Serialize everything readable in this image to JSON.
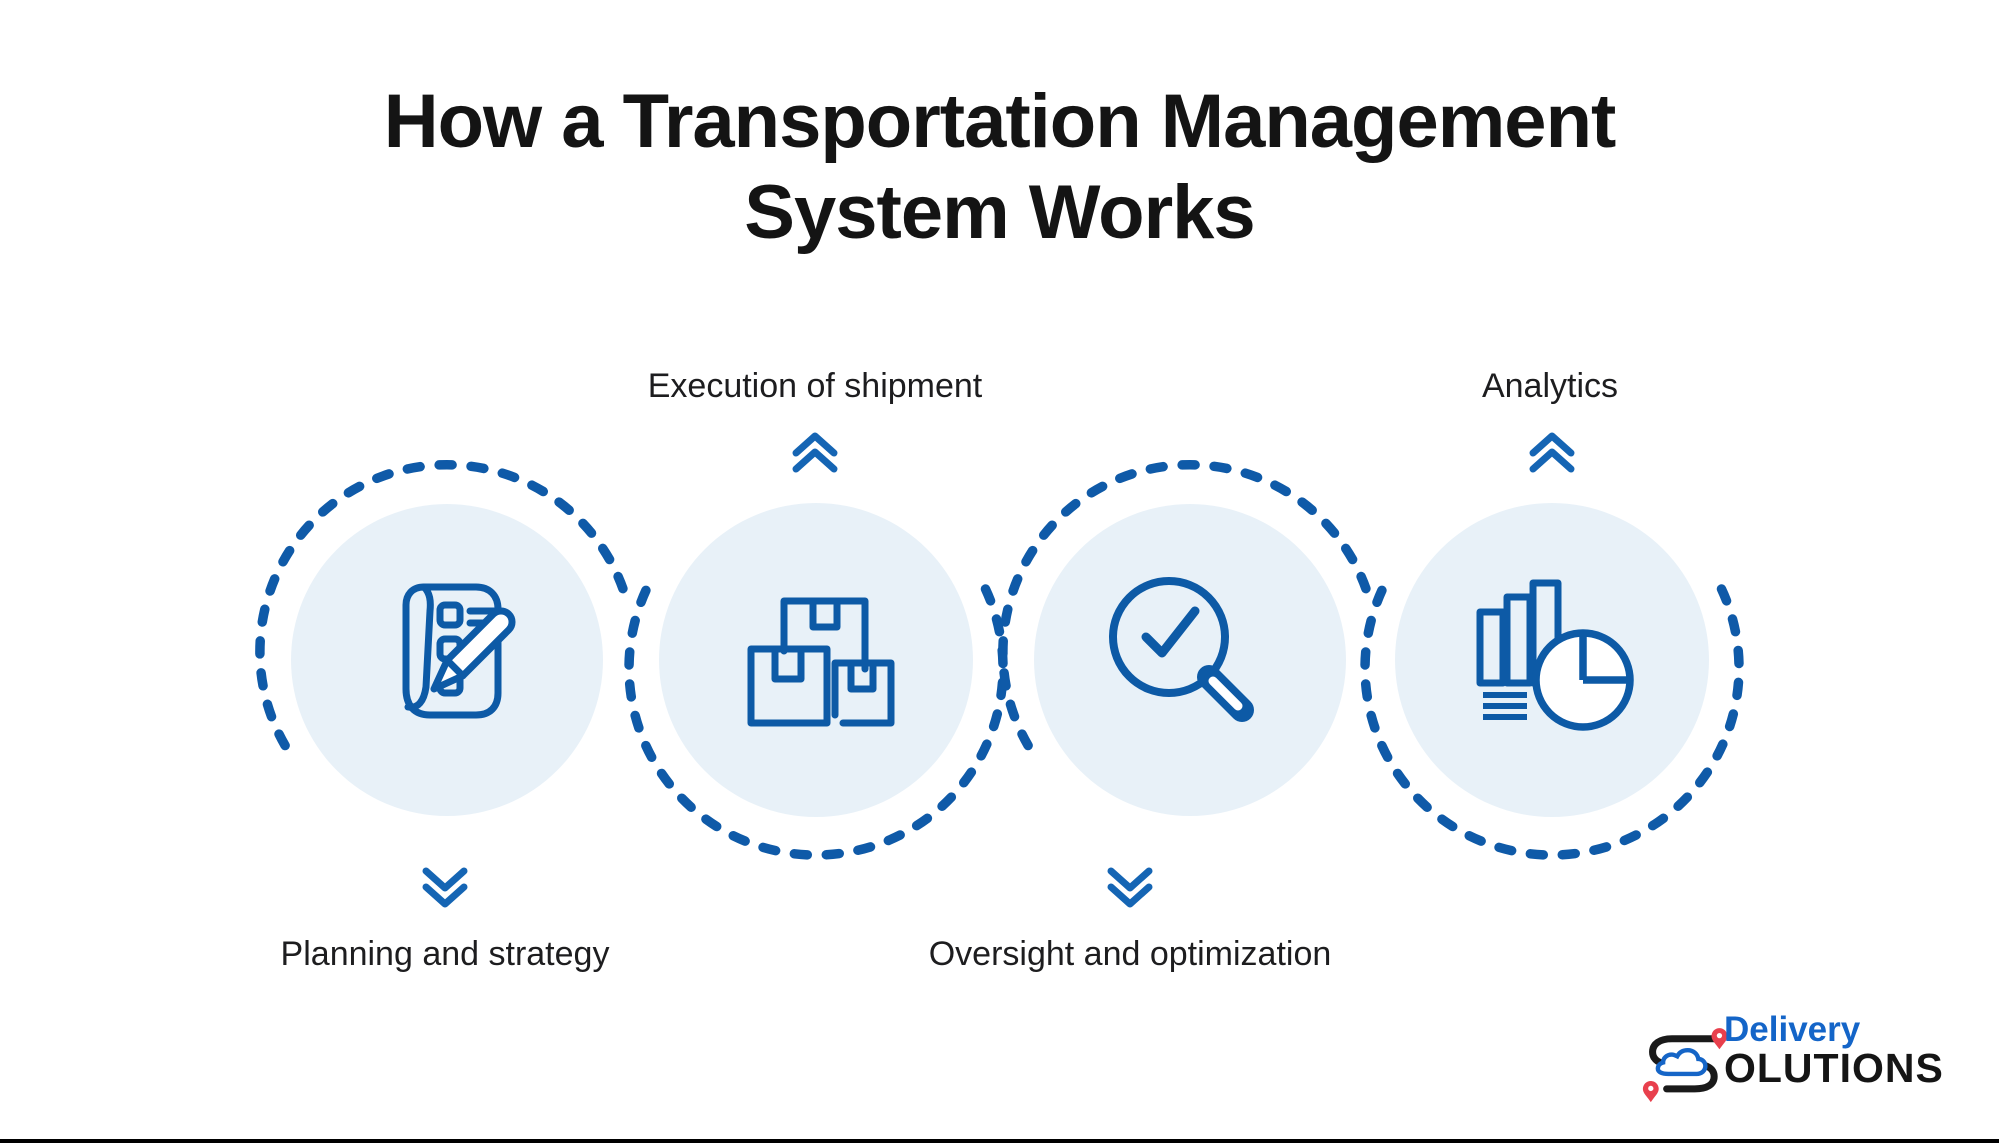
{
  "title": "How a Transportation Management System Works",
  "steps": [
    {
      "id": "planning",
      "label": "Planning and strategy",
      "label_position": "bottom",
      "icon": "checklist-pencil-icon",
      "arrow": "chevron-down"
    },
    {
      "id": "execution",
      "label": "Execution of shipment",
      "label_position": "top",
      "icon": "packages-icon",
      "arrow": "chevron-up"
    },
    {
      "id": "oversight",
      "label": "Oversight and optimization",
      "label_position": "bottom",
      "icon": "magnifier-check-icon",
      "arrow": "chevron-down"
    },
    {
      "id": "analytics",
      "label": "Analytics",
      "label_position": "top",
      "icon": "bar-pie-chart-icon",
      "arrow": "chevron-up"
    }
  ],
  "logo": {
    "line1": "Delivery",
    "line2": "OLUTIONS"
  },
  "colors": {
    "icon_blue": "#0d5aa6",
    "dash_blue": "#0f5aa8",
    "chevron_blue": "#1565b4",
    "circle_fill": "#e8f1f8",
    "title_text": "#141414",
    "label_text": "#1d1d1f",
    "logo_blue": "#1465c8",
    "logo_black": "#151515",
    "pin_red": "#e8404d",
    "bottom_border": "#000000"
  }
}
